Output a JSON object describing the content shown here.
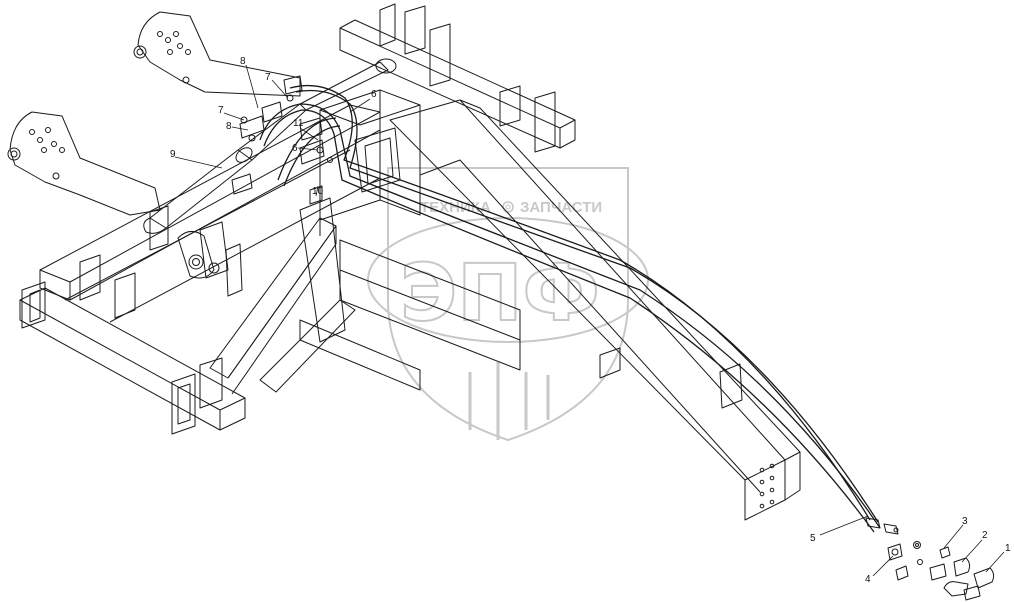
{
  "watermark": {
    "text_left": "ТЕХНИКА",
    "text_right": "ЗАПЧАСТИ",
    "monogram": "ЭПФ",
    "color": "#c8c8c8"
  },
  "diagram": {
    "line_color": "#1a1a1a",
    "callouts": [
      {
        "id": "c1",
        "label": "1"
      },
      {
        "id": "c2",
        "label": "2"
      },
      {
        "id": "c3",
        "label": "3"
      },
      {
        "id": "c4",
        "label": "4"
      },
      {
        "id": "c5",
        "label": "5"
      },
      {
        "id": "c6a",
        "label": "6"
      },
      {
        "id": "c6b",
        "label": "6"
      },
      {
        "id": "c7a",
        "label": "7"
      },
      {
        "id": "c7b",
        "label": "7"
      },
      {
        "id": "c8a",
        "label": "8"
      },
      {
        "id": "c8b",
        "label": "8"
      },
      {
        "id": "c9",
        "label": "9"
      },
      {
        "id": "c10",
        "label": "10"
      },
      {
        "id": "c11",
        "label": "11"
      }
    ]
  }
}
